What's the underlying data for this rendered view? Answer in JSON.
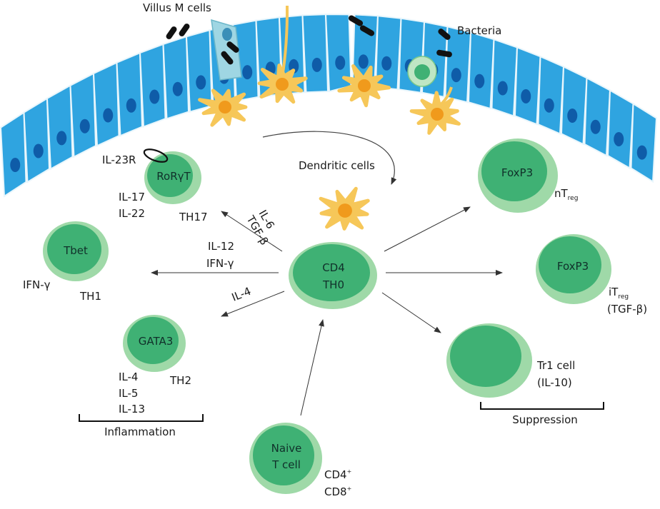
{
  "labels": {
    "villus_m_cells": "Villus M cells",
    "bacteria": "Bacteria",
    "dendritic_cells": "Dendritic cells",
    "il23r": "IL-23R",
    "il17": "IL-17",
    "il22": "IL-22",
    "il6": "IL-6",
    "tgfb": "TGF-β",
    "il12": "IL-12",
    "ifng_arrow": "IFN-γ",
    "il4_arrow": "IL-4",
    "ifng_out": "IFN-γ",
    "il4": "IL-4",
    "il5": "IL-5",
    "il13": "IL-13",
    "inflammation": "Inflammation",
    "suppression": "Suppression"
  },
  "cells": {
    "th17": {
      "marker": "RoRγT",
      "name": "TH17"
    },
    "th1": {
      "marker": "Tbet",
      "name": "TH1"
    },
    "th2": {
      "marker": "GATA3",
      "name": "TH2"
    },
    "th0": {
      "line1": "CD4",
      "line2": "TH0"
    },
    "ntreg": {
      "marker": "FoxP3",
      "prefix": "nT",
      "sub": "reg"
    },
    "itreg": {
      "marker": "FoxP3",
      "prefix": "iT",
      "sub": "reg",
      "note": "(TGF-β)"
    },
    "tr1": {
      "line1": "Tr1 cell",
      "line2": "(IL-10)"
    },
    "naive": {
      "line1": "Naive",
      "line2": "T cell",
      "cd4": "CD4",
      "cd8": "CD8",
      "sup": "+"
    }
  },
  "colors": {
    "epithelium": "#2fa4e0",
    "epithelium_dark": "#1a7fc2",
    "nucleus": "#0f5ca8",
    "m_cell": "#9fd6e3",
    "dendritic": "#f6c759",
    "dendritic_core": "#f09a1c",
    "cell_outer": "#9fd9a8",
    "cell_inner": "#3fb174",
    "arrow": "#333333"
  }
}
